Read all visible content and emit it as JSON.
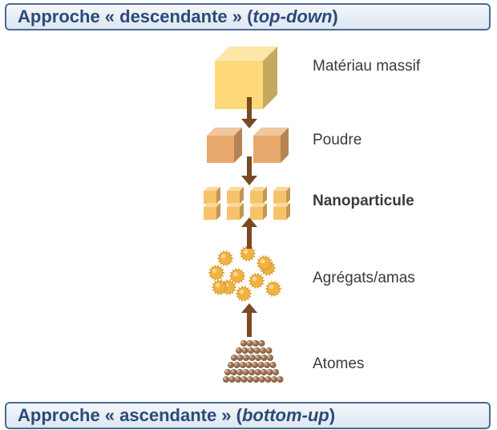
{
  "banners": {
    "top": {
      "prefix": "Approche « descendante » (",
      "term": "top-down",
      "suffix": ")"
    },
    "bottom": {
      "prefix": "Approche « ascendante » (",
      "term": "bottom-up",
      "suffix": ")"
    }
  },
  "stages": [
    {
      "label": "Matériau massif",
      "bold": false
    },
    {
      "label": "Poudre",
      "bold": false
    },
    {
      "label": "Nanoparticule",
      "bold": true
    },
    {
      "label": "Agrégats/amas",
      "bold": false
    },
    {
      "label": "Atomes",
      "bold": false
    }
  ],
  "colors": {
    "banner_border": "#4b6a92",
    "banner_text": "#2c4a78",
    "arrow": "#7a4a22",
    "bulk_cube": "#fdd97a",
    "powder_cube": "#e9a96c",
    "nano_cube": "#f7c36a",
    "aggregate": "#f3b23e",
    "atom": "#a97a58"
  }
}
